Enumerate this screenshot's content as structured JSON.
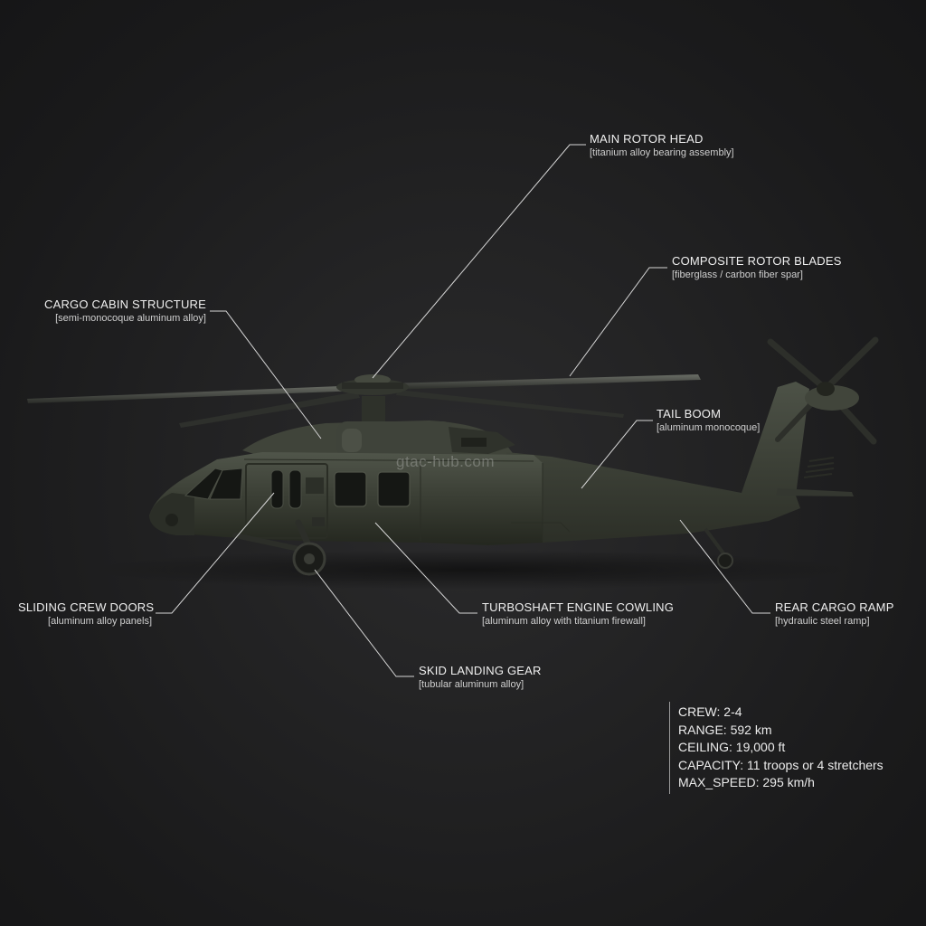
{
  "watermark": "gtac-hub.com",
  "colors": {
    "background": "#1b1b1c",
    "hull": "#3b3f35",
    "leader_line": "#d6d6d6",
    "text": "#f0f0f0"
  },
  "callouts": {
    "main_rotor_head": {
      "title": "MAIN ROTOR HEAD",
      "material": "[titanium alloy bearing assembly]"
    },
    "composite_rotor_blades": {
      "title": "COMPOSITE ROTOR BLADES",
      "material": "[fiberglass / carbon fiber spar]"
    },
    "cargo_cabin_structure": {
      "title": "CARGO CABIN STRUCTURE",
      "material": "[semi-monocoque aluminum alloy]"
    },
    "tail_boom": {
      "title": "TAIL BOOM",
      "material": "[aluminum monocoque]"
    },
    "sliding_crew_doors": {
      "title": "SLIDING CREW DOORS",
      "material": "[aluminum alloy panels]"
    },
    "turboshaft_engine_cowling": {
      "title": "TURBOSHAFT ENGINE COWLING",
      "material": "[aluminum alloy with titanium firewall]"
    },
    "rear_cargo_ramp": {
      "title": "REAR CARGO RAMP",
      "material": "[hydraulic steel ramp]"
    },
    "skid_landing_gear": {
      "title": "SKID LANDING GEAR",
      "material": "[tubular aluminum alloy]"
    }
  },
  "specs": [
    "CREW: 2-4",
    "RANGE: 592 km",
    "CEILING: 19,000 ft",
    "CAPACITY: 11 troops or 4 stretchers",
    "MAX_SPEED: 295 km/h"
  ]
}
